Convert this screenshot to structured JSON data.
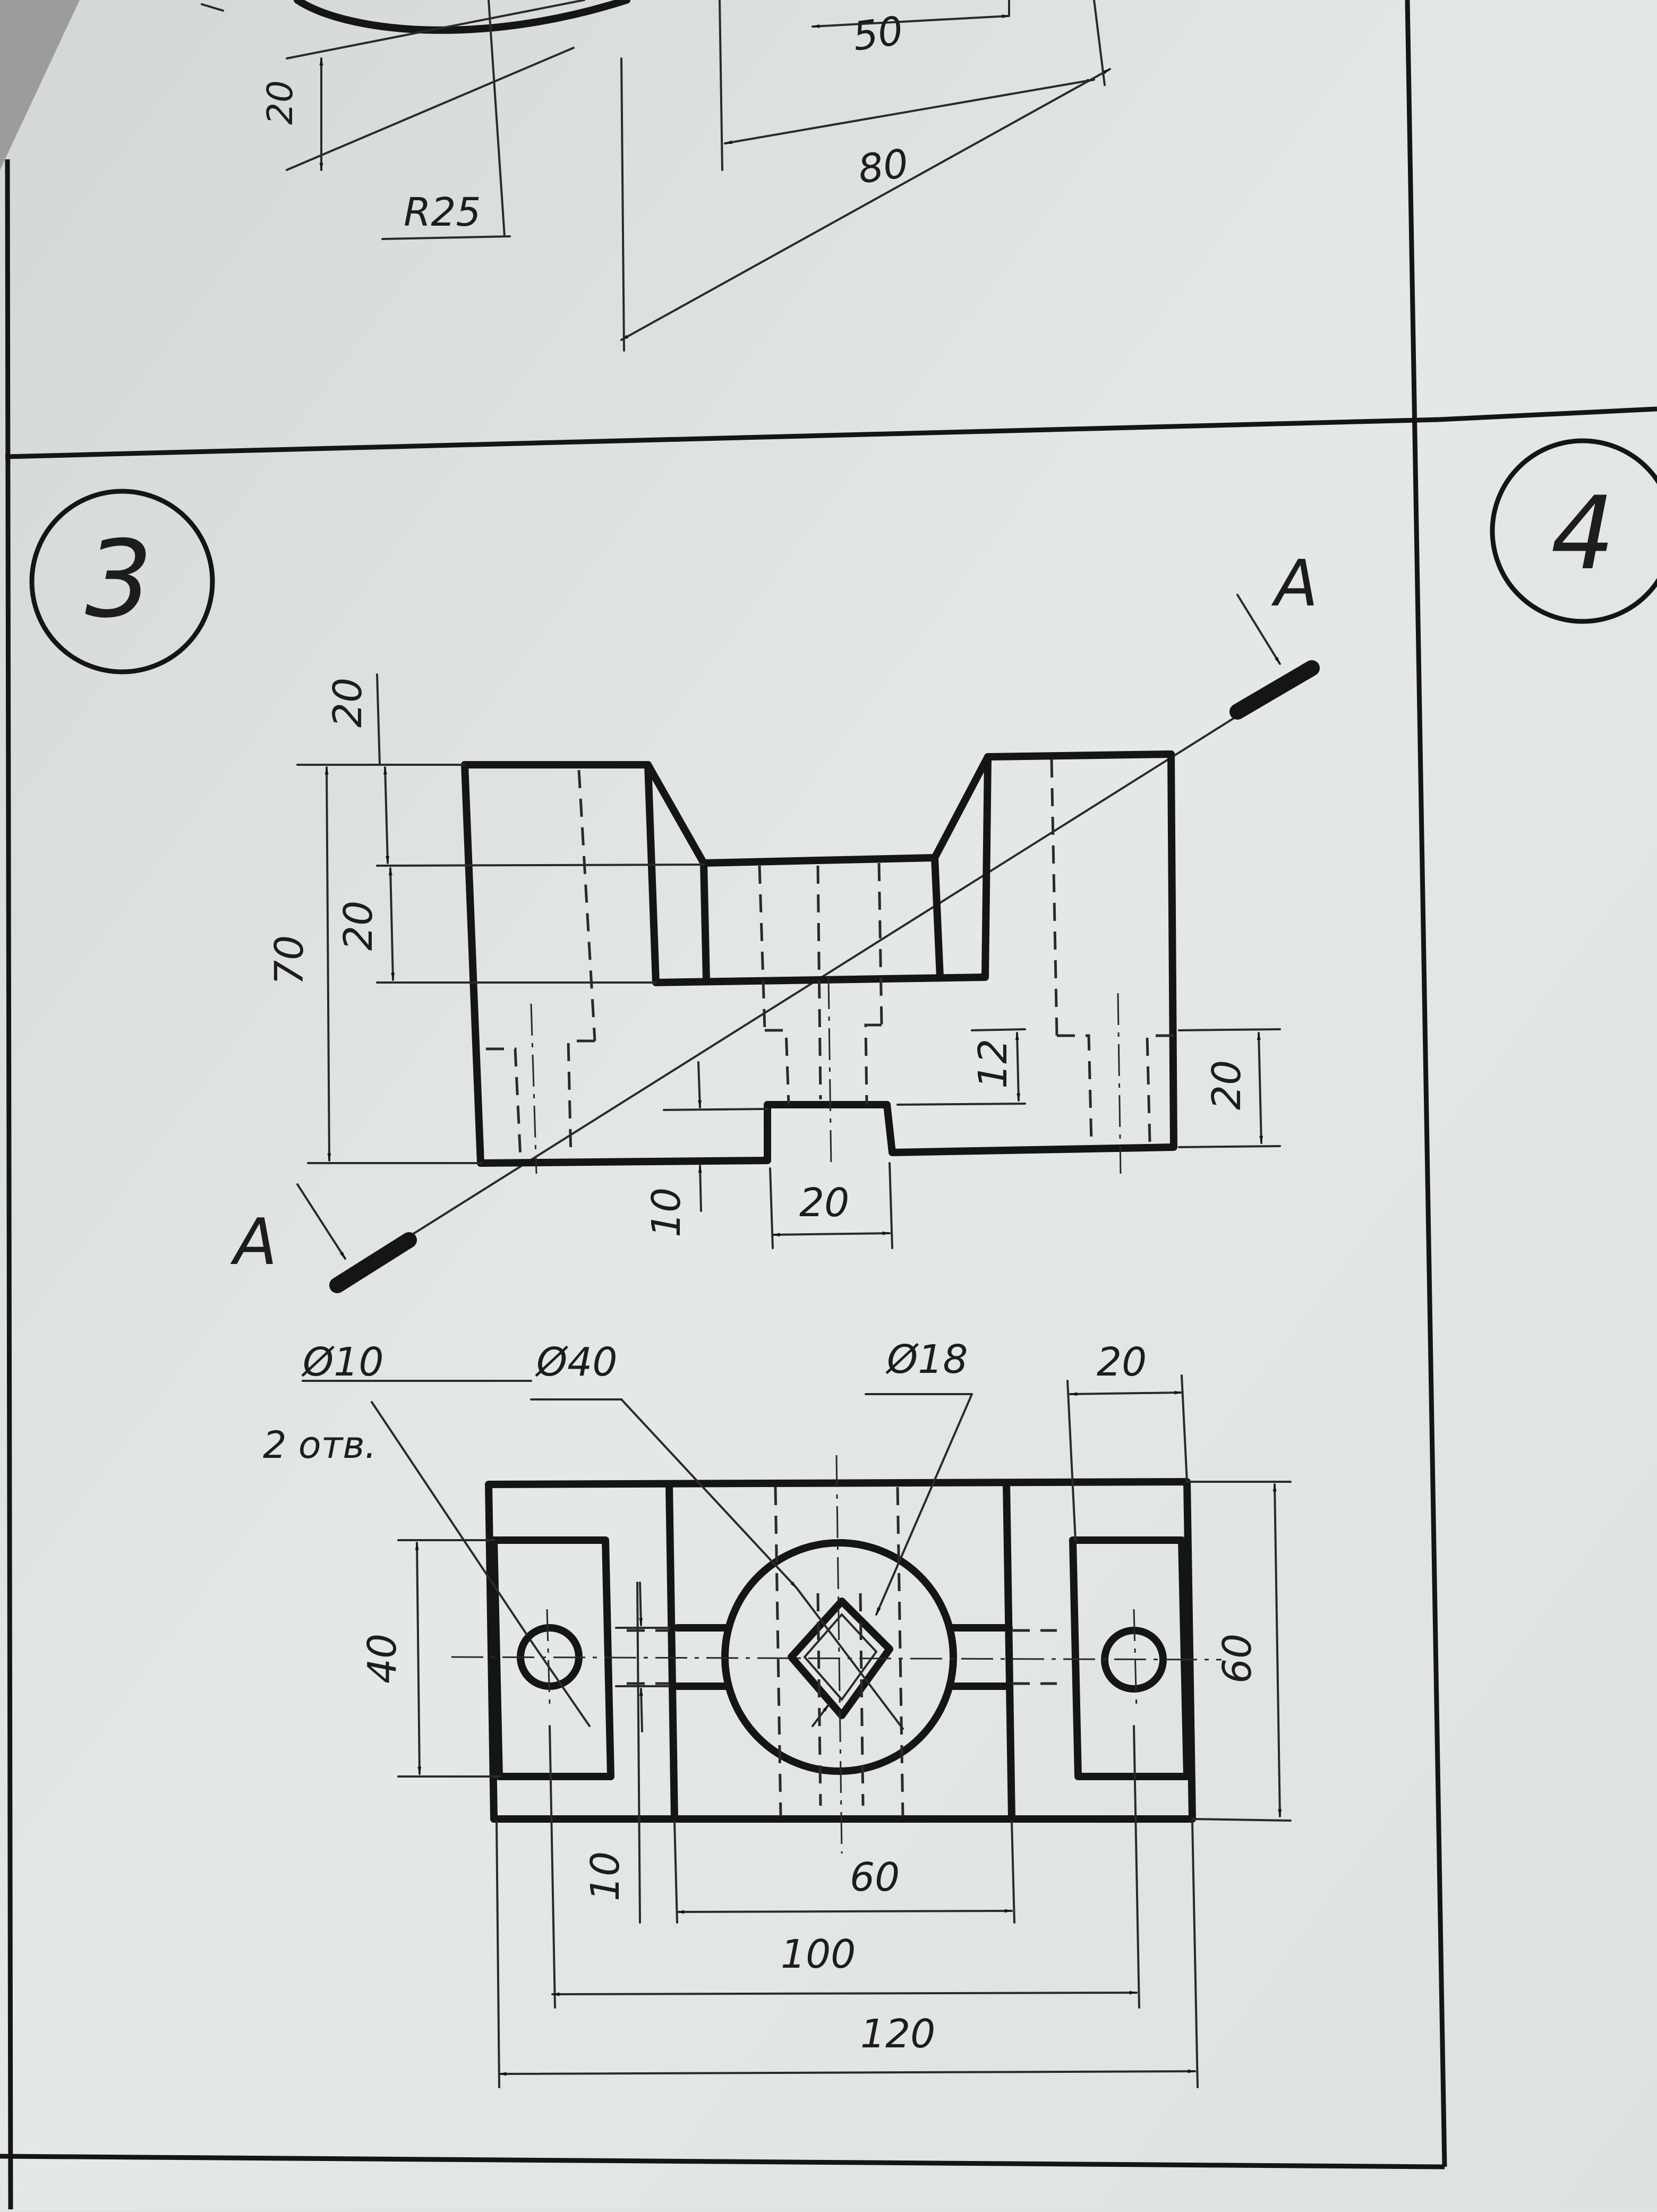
{
  "colors": {
    "paper": "#e3e7e5",
    "ink": "#151515"
  },
  "cells": {
    "cell3": "3",
    "cell4": "4"
  },
  "top_fragment": {
    "d20": "20",
    "r25": "R25",
    "d50": "50",
    "d80": "80"
  },
  "section": {
    "label": "A"
  },
  "front_view": {
    "d20_top": "20",
    "d20_mid": "20",
    "d70": "70",
    "d12": "12",
    "d20_right": "20",
    "d10": "10",
    "d20_bottom": "20"
  },
  "top_view": {
    "phi10": "Ø10",
    "holes": "2 отв.",
    "phi40": "Ø40",
    "phi18": "Ø18",
    "d20": "20",
    "d40": "40",
    "d60": "60",
    "d10": "10",
    "d60_h": "60",
    "d100": "100",
    "d120": "120"
  }
}
